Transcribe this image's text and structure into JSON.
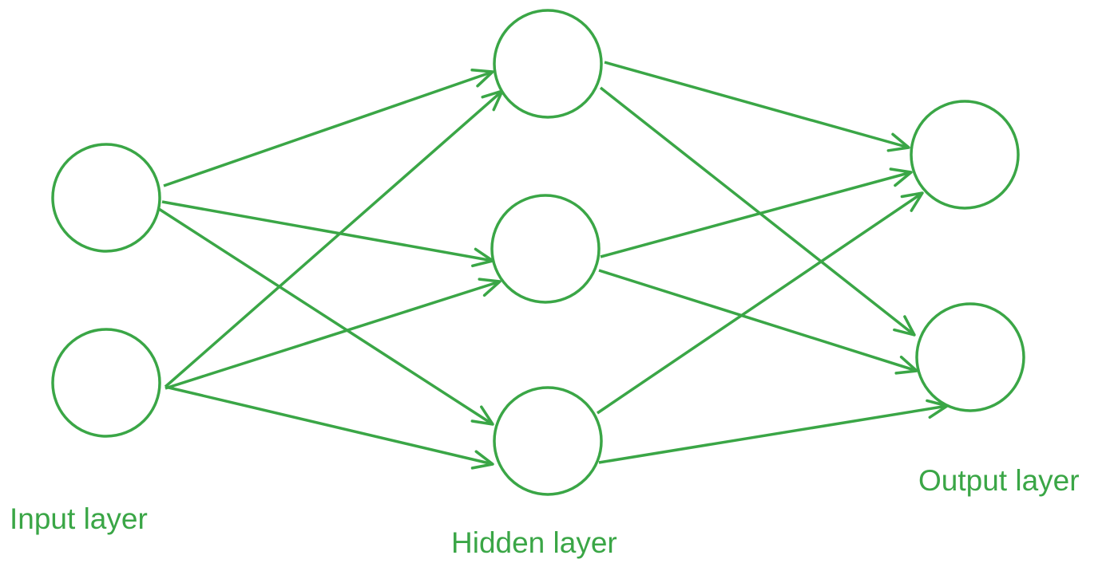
{
  "diagram": {
    "color": "#3aa646",
    "labels": {
      "input": "Input layer",
      "hidden": "Hidden layer",
      "output": "Output layer"
    },
    "layers": {
      "input": [
        "input-node-1",
        "input-node-2"
      ],
      "hidden": [
        "hidden-node-1",
        "hidden-node-2",
        "hidden-node-3"
      ],
      "output": [
        "output-node-1",
        "output-node-2"
      ]
    },
    "edges": [
      {
        "from": "input-node-1",
        "to": "hidden-node-1"
      },
      {
        "from": "input-node-1",
        "to": "hidden-node-2"
      },
      {
        "from": "input-node-1",
        "to": "hidden-node-3"
      },
      {
        "from": "input-node-2",
        "to": "hidden-node-1"
      },
      {
        "from": "input-node-2",
        "to": "hidden-node-2"
      },
      {
        "from": "input-node-2",
        "to": "hidden-node-3"
      },
      {
        "from": "hidden-node-1",
        "to": "output-node-1"
      },
      {
        "from": "hidden-node-1",
        "to": "output-node-2"
      },
      {
        "from": "hidden-node-2",
        "to": "output-node-1"
      },
      {
        "from": "hidden-node-2",
        "to": "output-node-2"
      },
      {
        "from": "hidden-node-3",
        "to": "output-node-1"
      },
      {
        "from": "hidden-node-3",
        "to": "output-node-2"
      }
    ]
  }
}
